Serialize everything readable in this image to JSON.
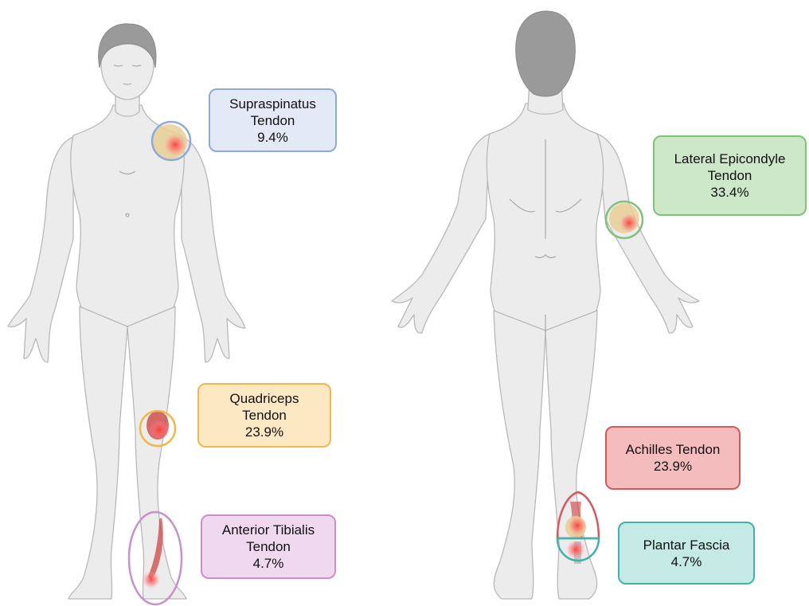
{
  "colors": {
    "body_fill": "#ececec",
    "body_stroke": "#b9b9b9",
    "hair": "#9a9a9a",
    "bone": "#e9cf97",
    "inflammation": "#ff5a5a",
    "muscle": "#cf3b3b"
  },
  "labels": {
    "supraspinatus": {
      "line1": "Supraspinatus",
      "line2": "Tendon",
      "percent": "9.4%",
      "border": "#8faad8",
      "fill": "#e3eaf6"
    },
    "quadriceps": {
      "line1": "Quadriceps",
      "line2": "Tendon",
      "percent": "23.9%",
      "border": "#f2b84b",
      "fill": "#fde8c4"
    },
    "anterior_tibialis": {
      "line1": "Anterior Tibialis",
      "line2": "Tendon",
      "percent": "4.7%",
      "border": "#c98fcf",
      "fill": "#f0d8ef"
    },
    "lateral_epicondyle": {
      "line1": "Lateral Epicondyle",
      "line2": "Tendon",
      "percent": "33.4%",
      "border": "#7cc47a",
      "fill": "#cce8c8"
    },
    "achilles": {
      "line1": "Achilles Tendon",
      "percent": "23.9%",
      "border": "#d9575a",
      "fill": "#f4bcbc"
    },
    "plantar_fascia": {
      "line1": "Plantar Fascia",
      "percent": "4.7%",
      "border": "#3fb3ab",
      "fill": "#c5e9e5"
    }
  }
}
